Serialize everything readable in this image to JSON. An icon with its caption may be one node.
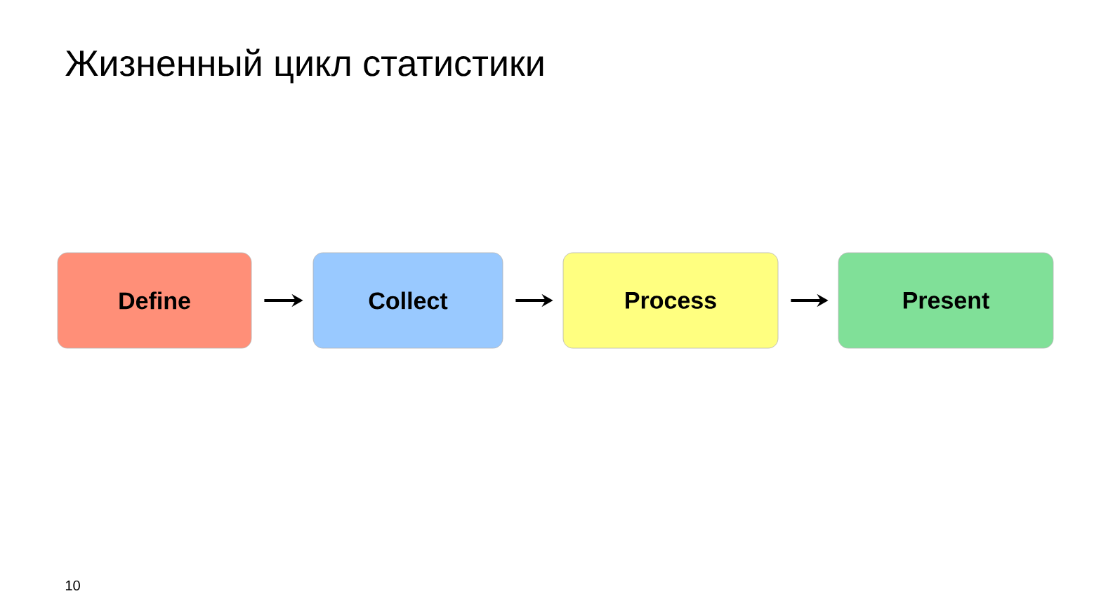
{
  "diagram": {
    "title": "Жизненный цикл статистики",
    "nodes": [
      {
        "text": [
          "Define"
        ]
      },
      {
        "text": [
          "Collect"
        ]
      },
      {
        "text": [
          "Process"
        ]
      },
      {
        "text": [
          "Present"
        ]
      }
    ],
    "edges": [
      {
        "from": 0,
        "to": 1,
        "arrow": "to"
      },
      {
        "from": 1,
        "to": 2,
        "arrow": "to"
      },
      {
        "from": 2,
        "to": 3,
        "arrow": "to"
      }
    ],
    "labels": [
      "10"
    ]
  }
}
